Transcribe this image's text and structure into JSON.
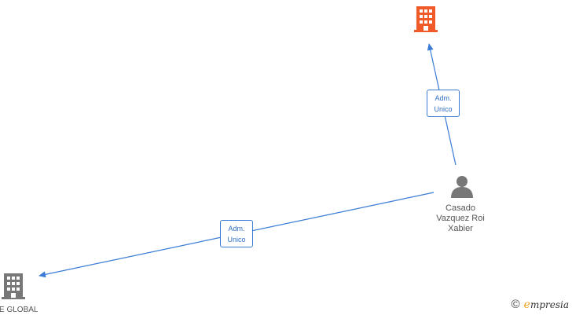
{
  "edges": [
    {
      "label_line1": "Adm.",
      "label_line2": "Unico"
    },
    {
      "label_line1": "Adm.",
      "label_line2": "Unico"
    }
  ],
  "nodes": {
    "person": {
      "name_lines": [
        "Casado",
        "Vazquez Roi",
        "Xabier"
      ]
    },
    "company_bottom": {
      "label": "E GLOBAL"
    }
  },
  "colors": {
    "edge": "#3a7bd5",
    "company_highlight": "#f05a28",
    "company_default": "#777777",
    "person": "#777777"
  },
  "watermark": {
    "symbol": "©",
    "brand_initial": "e",
    "brand_rest": "mpresia"
  }
}
